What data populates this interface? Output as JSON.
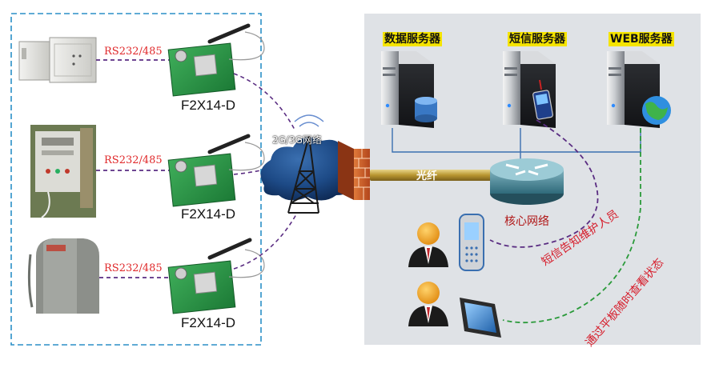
{
  "devices": [
    {
      "label": "F2X14-D",
      "link_label": "RS232/485"
    },
    {
      "label": "F2X14-D",
      "link_label": "RS232/485"
    },
    {
      "label": "F2X14-D",
      "link_label": "RS232/485"
    }
  ],
  "network": {
    "label": "2G/3G网络"
  },
  "fiber": {
    "label": "光纤"
  },
  "core": {
    "label": "核心网络"
  },
  "servers": [
    {
      "label": "数据服务器"
    },
    {
      "label": "短信服务器"
    },
    {
      "label": "WEB服务器"
    }
  ],
  "notices": {
    "sms": "短信告知维护人员",
    "tablet": "通过平板随时查看状态"
  },
  "colors": {
    "dashed_border": "#2a8fc7",
    "server_panel": "#dfe2e6",
    "label_bg": "#f5e400",
    "red_text": "#e0282a",
    "purple_link": "#5a2d82",
    "green_link": "#2a9a3a",
    "fiber": "#c8a84a"
  }
}
